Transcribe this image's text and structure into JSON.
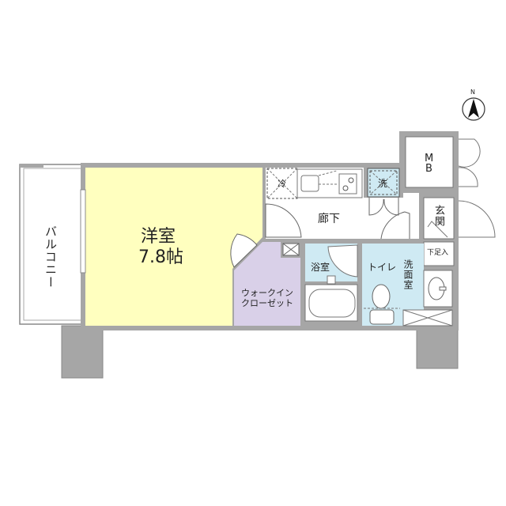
{
  "floor_plan": {
    "rooms": {
      "western_room": {
        "label": "洋室",
        "size": "7.8帖",
        "color": "#ffffbf"
      },
      "balcony": {
        "label": "バルコニー"
      },
      "walk_in_closet": {
        "label_line1": "ウォークイン",
        "label_line2": "クローゼット",
        "color": "#d9d0e8"
      },
      "corridor": {
        "label": "廊下"
      },
      "bathroom": {
        "label": "浴室",
        "color": "#cfeaf3"
      },
      "toilet": {
        "label": "トイレ",
        "color": "#cfeaf3"
      },
      "washroom": {
        "label": "洗面室"
      },
      "entrance": {
        "label": "玄関"
      },
      "shoe_box": {
        "label": "下足入"
      },
      "meter_box": {
        "label_line1": "M",
        "label_line2": "B"
      }
    },
    "fixtures": {
      "fridge": {
        "label": "冷"
      },
      "washer": {
        "label": "洗"
      }
    },
    "compass": {
      "label": "N"
    },
    "colors": {
      "wall": "#a6a6a6",
      "wall_edge": "#8a8a8a"
    }
  }
}
